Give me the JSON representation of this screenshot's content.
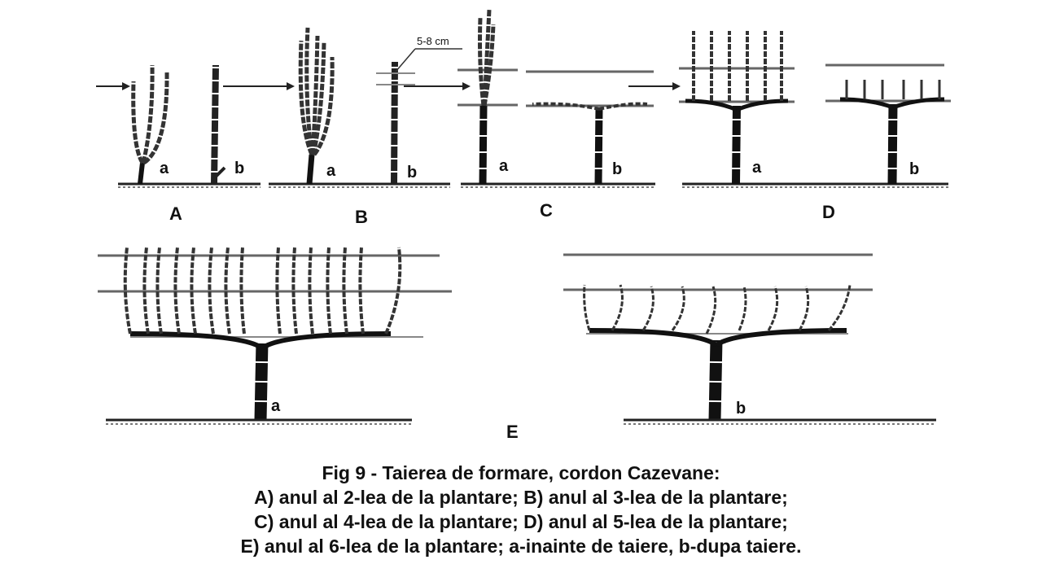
{
  "panels": [
    {
      "id": "A",
      "label": "A",
      "left": "a",
      "right": "b"
    },
    {
      "id": "B",
      "label": "B",
      "left": "a",
      "right": "b"
    },
    {
      "id": "C",
      "label": "C",
      "left": "a",
      "right": "b"
    },
    {
      "id": "D",
      "label": "D",
      "left": "a",
      "right": "b"
    },
    {
      "id": "E",
      "label": "E",
      "left": "a",
      "right": "b"
    }
  ],
  "measure_label": "5-8 cm",
  "caption": {
    "line1": "Fig 9 - Taierea de formare, cordon Cazevane:",
    "line2": "A) anul al 2-lea de la plantare; B) anul al 3-lea de la plantare;",
    "line3": "C) anul al 4-lea de la plantare; D) anul al 5-lea de la plantare;",
    "line4": "E) anul al 6-lea de la plantare; a-inainte de taiere, b-dupa taiere."
  }
}
